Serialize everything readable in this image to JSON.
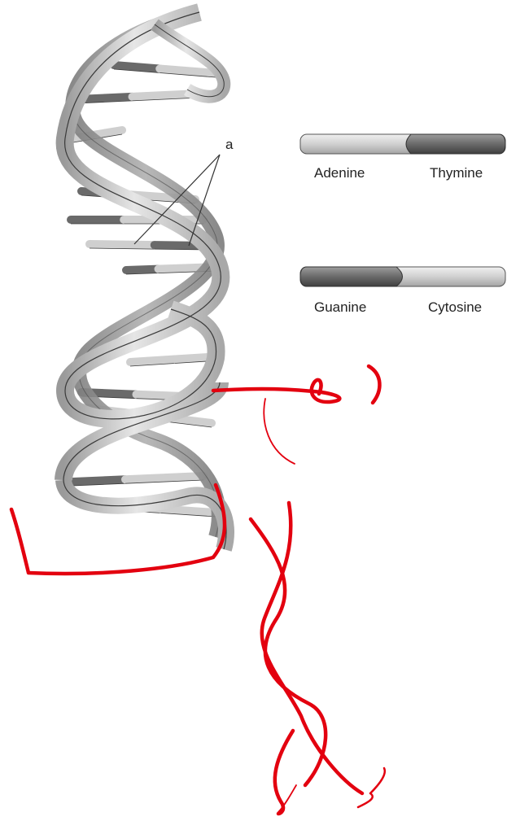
{
  "diagram": {
    "pointer_label": "a",
    "key": [
      {
        "left_base": "Adenine",
        "right_base": "Thymine",
        "left_tone": "light",
        "right_tone": "dark"
      },
      {
        "left_base": "Guanine",
        "right_base": "Cytosine",
        "left_tone": "dark",
        "right_tone": "light"
      }
    ]
  },
  "colors": {
    "backbone_light": "#e2e2e2",
    "backbone_mid": "#b9b9b9",
    "backbone_dark": "#8a8a8a",
    "base_light": "#d4d4d4",
    "base_dark": "#6f6f6f",
    "outline": "#3a3a3a",
    "annotation": "#e3000f"
  }
}
